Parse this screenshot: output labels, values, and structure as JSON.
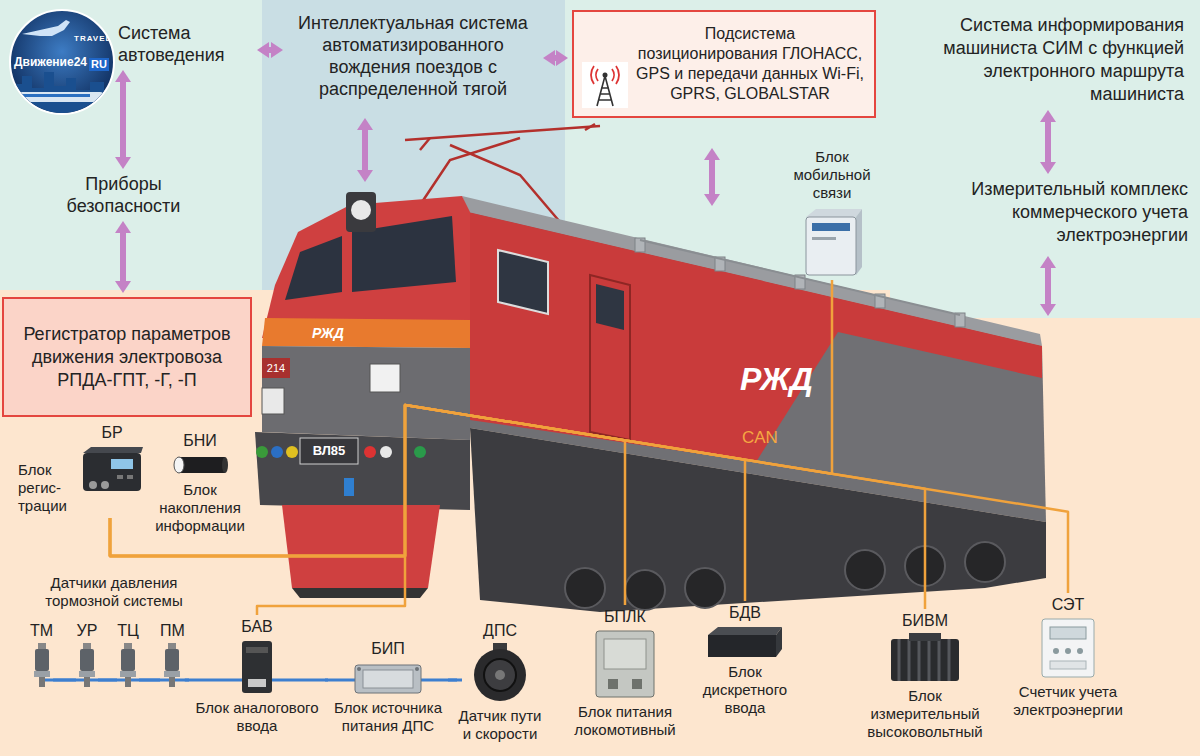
{
  "diagram": {
    "nodes": [
      {
        "text": [
          "Система автоведения"
        ]
      },
      {
        "text": [
          "Интеллектуальная система автоматизированного вождения поездов с распределенной тягой"
        ]
      },
      {
        "text": [
          "Подсистема позиционирования ГЛОНАСС, GPS и передачи данных Wi-Fi, GPRS, GLOBALSTAR"
        ]
      },
      {
        "text": [
          "Система информирования машиниста СИМ с функцией электронного маршрута машиниста"
        ]
      },
      {
        "text": [
          "Приборы безопасности"
        ]
      },
      {
        "text": [
          "Блок мобильной связи"
        ]
      },
      {
        "text": [
          "Измерительный комплекс коммерческого учета электроэнергии"
        ]
      },
      {
        "text": [
          "Регистратор параметров движения электровоза РПДА-ГПТ, -Г, -П"
        ]
      },
      {
        "text": [
          "БР",
          "Блок регис- трации"
        ]
      },
      {
        "text": [
          "БНИ",
          "Блок накопления информации"
        ]
      },
      {
        "text": [
          "ТМ"
        ]
      },
      {
        "text": [
          "УР"
        ]
      },
      {
        "text": [
          "ТЦ"
        ]
      },
      {
        "text": [
          "ПМ"
        ]
      },
      {
        "text": [
          "БАВ",
          "Блок аналогового ввода"
        ]
      },
      {
        "text": [
          "БИП",
          "Блок источника питания ДПС"
        ]
      },
      {
        "text": [
          "ДПС",
          "Датчик пути и скорости"
        ]
      },
      {
        "text": [
          "БПЛК",
          "Блок питания локомотивный"
        ]
      },
      {
        "text": [
          "БДВ",
          "Блок дискретного ввода"
        ]
      },
      {
        "text": [
          "БИВМ",
          "Блок измерительный высоковольтный"
        ]
      },
      {
        "text": [
          "СЭТ",
          "Счетчик учета электроэнергии"
        ]
      }
    ],
    "edges": [
      {
        "from": 0,
        "to": 1,
        "arrow": "both"
      },
      {
        "from": 1,
        "to": 2,
        "arrow": "both"
      },
      {
        "from": 0,
        "to": 4,
        "arrow": "both"
      },
      {
        "from": 4,
        "to": 7,
        "arrow": "both"
      },
      {
        "from": 3,
        "to": 6,
        "arrow": "both"
      },
      {
        "from": 8,
        "to": 14,
        "arrow": "none"
      },
      {
        "from": 8,
        "to": 17,
        "arrow": "none"
      },
      {
        "from": 8,
        "to": 18,
        "arrow": "none"
      },
      {
        "from": 8,
        "to": 19,
        "arrow": "none"
      },
      {
        "from": 8,
        "to": 20,
        "arrow": "none"
      },
      {
        "from": 8,
        "to": 5,
        "arrow": "none"
      },
      {
        "from": 10,
        "to": 11,
        "arrow": "none"
      },
      {
        "from": 11,
        "to": 12,
        "arrow": "none"
      },
      {
        "from": 12,
        "to": 13,
        "arrow": "none"
      },
      {
        "from": 13,
        "to": 14,
        "arrow": "none"
      },
      {
        "from": 14,
        "to": 15,
        "arrow": "none"
      },
      {
        "from": 15,
        "to": 16,
        "arrow": "none"
      }
    ],
    "labels": [
      "Движение24",
      "RU",
      "TRAVEL",
      "214",
      "РЖД",
      "ВЛ85",
      "РЖД",
      "CAN",
      "Датчики давления тормозной системы"
    ]
  }
}
